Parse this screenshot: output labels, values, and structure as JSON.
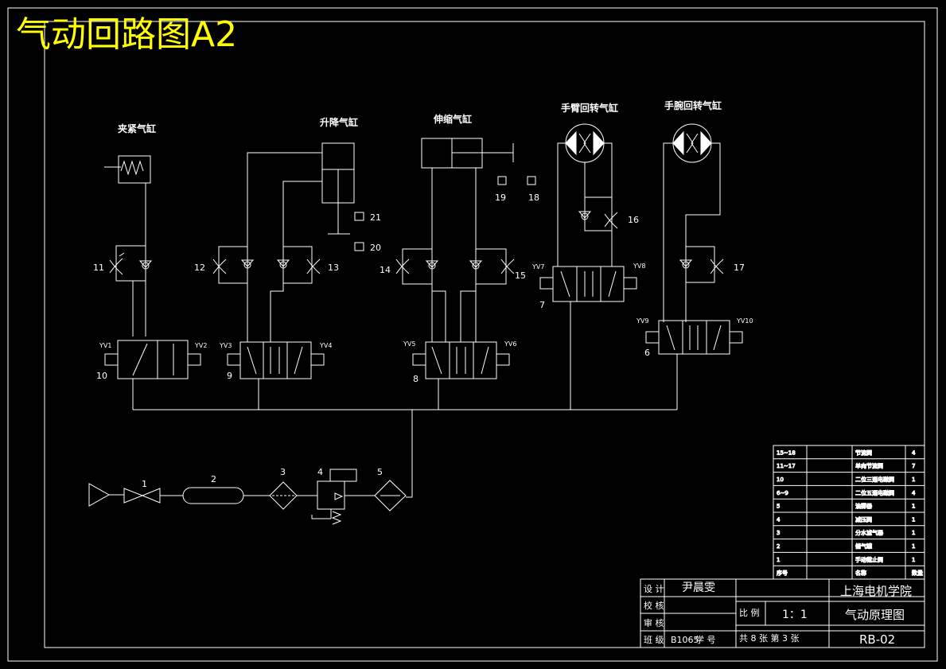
{
  "title": "气动回路图A2",
  "cylinders": {
    "clamp": "夹紧气缸",
    "lift": "升降气缸",
    "extend": "伸缩气缸",
    "arm_rotate": "手臂回转气缸",
    "wrist_rotate": "手腕回转气缸"
  },
  "labels": {
    "n1": "1",
    "n2": "2",
    "n3": "3",
    "n4": "4",
    "n5": "5",
    "n6": "6",
    "n7": "7",
    "n8": "8",
    "n9": "9",
    "n10": "10",
    "n11": "11",
    "n12": "12",
    "n13": "13",
    "n14": "14",
    "n15": "15",
    "n16": "16",
    "n17": "17",
    "n18": "18",
    "n19": "19",
    "n20": "20",
    "n21": "21",
    "yv1": "YV1",
    "yv2": "YV2",
    "yv3": "YV3",
    "yv4": "YV4",
    "yv5": "YV5",
    "yv6": "YV6",
    "yv7": "YV7",
    "yv8": "YV8",
    "yv9": "YV9",
    "yv10": "YV10"
  },
  "parts_list": [
    {
      "no": "15~18",
      "code": "",
      "name": "节流阀",
      "qty": "4"
    },
    {
      "no": "11~17",
      "code": "",
      "name": "单向节流阀",
      "qty": "7"
    },
    {
      "no": "10",
      "code": "",
      "name": "二位三通电磁阀",
      "qty": "1"
    },
    {
      "no": "6~9",
      "code": "",
      "name": "二位五通电磁阀",
      "qty": "4"
    },
    {
      "no": "5",
      "code": "",
      "name": "油雾器",
      "qty": "1"
    },
    {
      "no": "4",
      "code": "",
      "name": "减压阀",
      "qty": "1"
    },
    {
      "no": "3",
      "code": "",
      "name": "分水滤气器",
      "qty": "1"
    },
    {
      "no": "2",
      "code": "",
      "name": "储气罐",
      "qty": "1"
    },
    {
      "no": "1",
      "code": "",
      "name": "手动截止阀",
      "qty": "1"
    }
  ],
  "parts_header": {
    "no": "序号",
    "code": "",
    "name": "名称",
    "qty": "数量"
  },
  "title_block": {
    "design_label": "设 计",
    "designer": "尹晨雯",
    "check_label": "校 核",
    "review_label": "审 核",
    "class_label": "班 级",
    "class_value": "B1065",
    "student_label": "学 号",
    "school": "上海电机学院",
    "scale_label": "比 例",
    "scale_value": "1：1",
    "drawing_name": "气动原理图",
    "sheets": "共 8 张 第 3 张",
    "drawing_no": "RB-02"
  }
}
